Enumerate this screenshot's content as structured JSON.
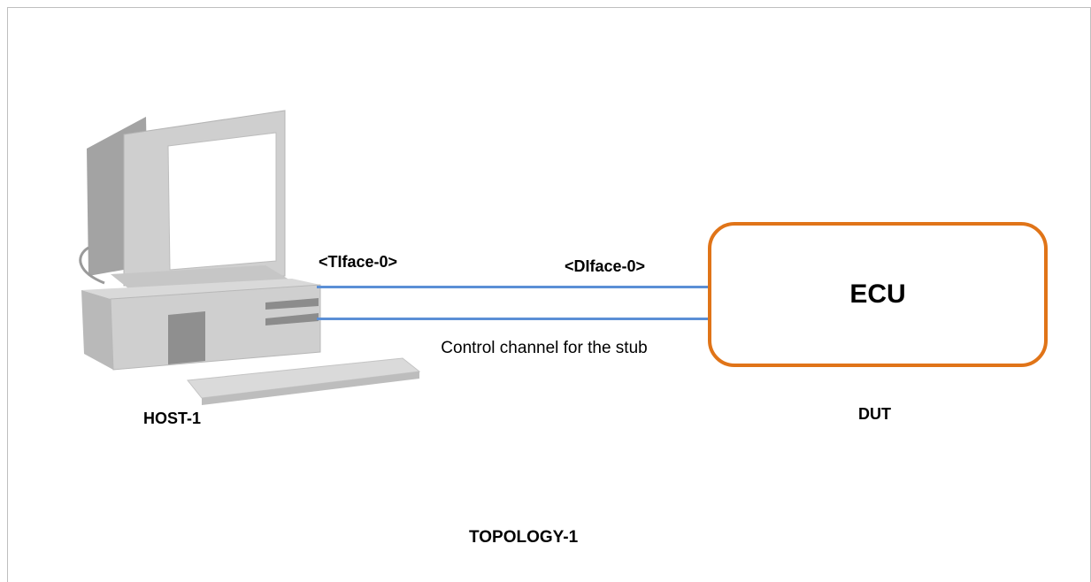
{
  "host": {
    "label": "HOST-1"
  },
  "host_iface": {
    "label": "<TIface-0>"
  },
  "dut_iface": {
    "label": "<DIface-0>"
  },
  "ecu": {
    "label": "ECU",
    "border_color": "#e07418"
  },
  "dut": {
    "label": "DUT"
  },
  "link": {
    "color": "#5b8fd6",
    "caption": "Control channel for the stub"
  },
  "topology": {
    "title": "TOPOLOGY-1"
  },
  "icons": {
    "host": "desktop-computer-icon"
  }
}
